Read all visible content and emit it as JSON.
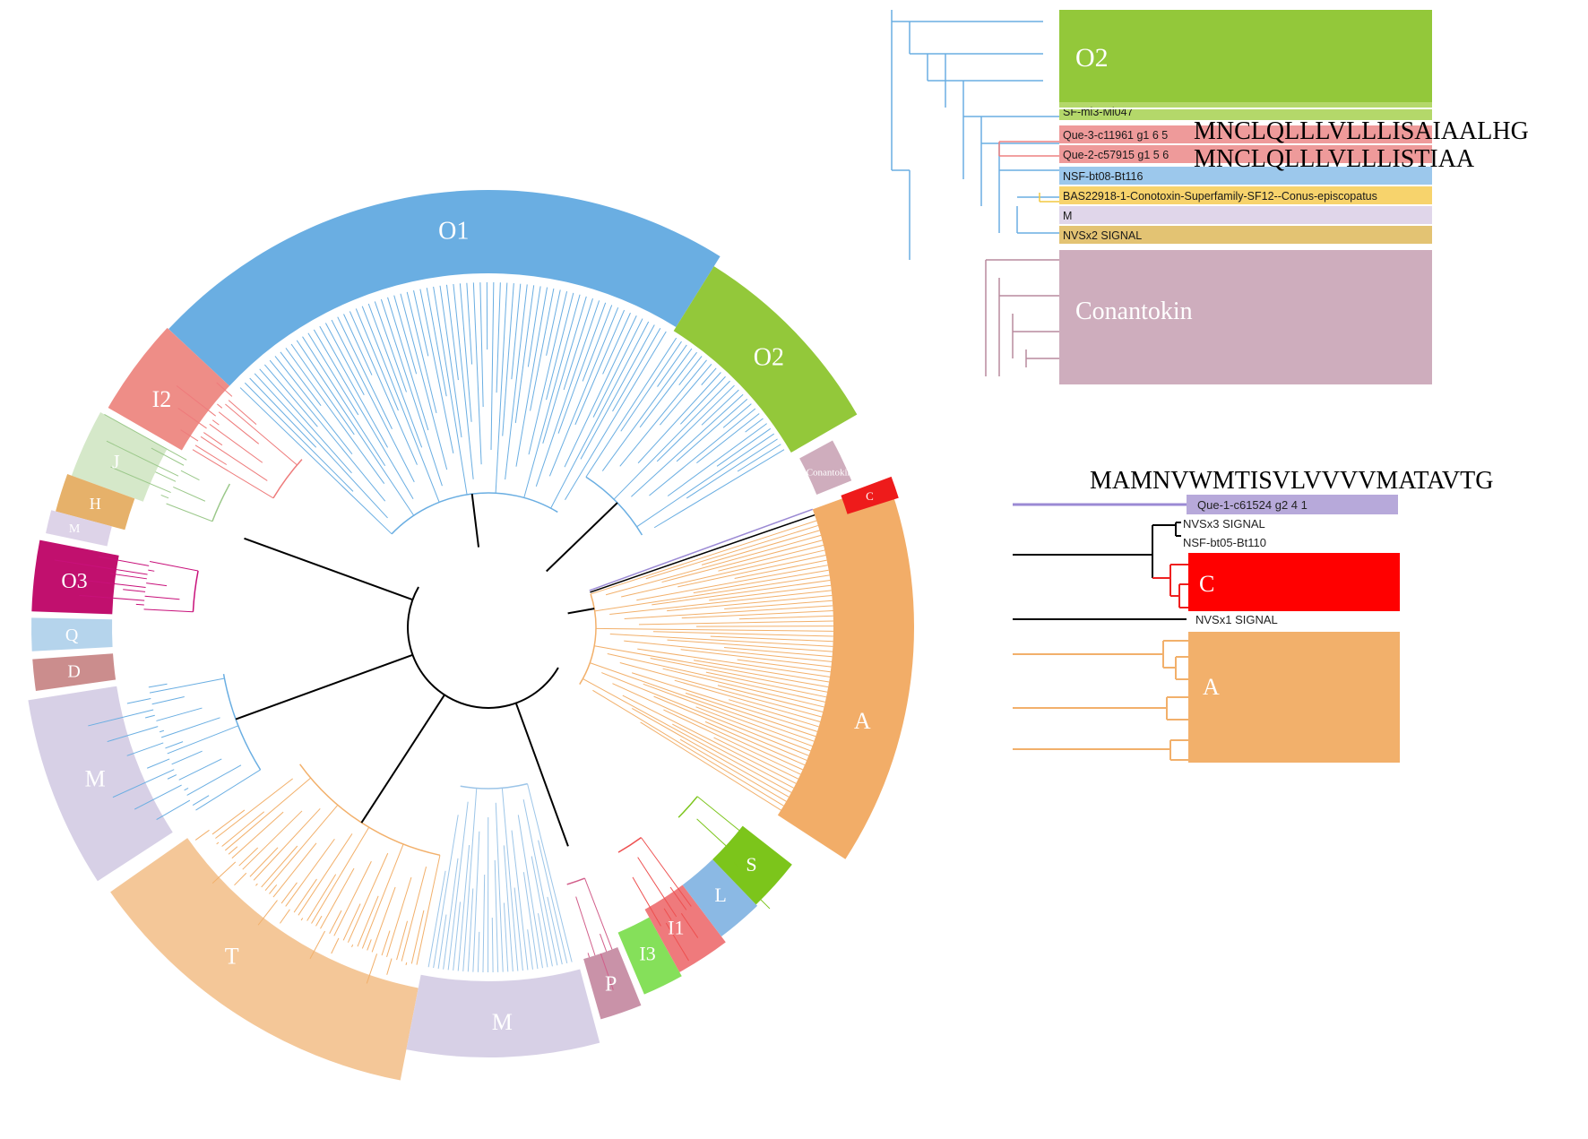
{
  "circular_tree": {
    "clades": [
      {
        "id": "o1",
        "label": "O1",
        "color": "#6aaee2",
        "text_color": "#ffffff"
      },
      {
        "id": "o2",
        "label": "O2",
        "color": "#93c83a",
        "text_color": "#ffffff"
      },
      {
        "id": "conantokin",
        "label": "Conantokin",
        "color": "#cfadbd",
        "text_color": "#ffffff"
      },
      {
        "id": "i2",
        "label": "I2",
        "color": "#ee8d87",
        "text_color": "#ffffff"
      },
      {
        "id": "j",
        "label": "J",
        "color": "#d5e8c9",
        "text_color": "#ffffff"
      },
      {
        "id": "h",
        "label": "H",
        "color": "#e6b16a",
        "text_color": "#ffffff"
      },
      {
        "id": "m_small",
        "label": "M",
        "color": "#ddd3e8",
        "text_color": "#ffffff"
      },
      {
        "id": "o3",
        "label": "O3",
        "color": "#c1106e",
        "text_color": "#ffffff"
      },
      {
        "id": "q",
        "label": "Q",
        "color": "#b5d4ec",
        "text_color": "#ffffff"
      },
      {
        "id": "d",
        "label": "D",
        "color": "#cb8d8d",
        "text_color": "#ffffff"
      },
      {
        "id": "m_left",
        "label": "M",
        "color": "#d7d0e6",
        "text_color": "#ffffff"
      },
      {
        "id": "t",
        "label": "T",
        "color": "#f4c798",
        "text_color": "#ffffff"
      },
      {
        "id": "m_bottom",
        "label": "M",
        "color": "#d7d0e6",
        "text_color": "#ffffff"
      },
      {
        "id": "p",
        "label": "P",
        "color": "#c992a8",
        "text_color": "#ffffff"
      },
      {
        "id": "i3",
        "label": "I3",
        "color": "#85e05a",
        "text_color": "#ffffff"
      },
      {
        "id": "i1",
        "label": "I1",
        "color": "#ef7a7c",
        "text_color": "#ffffff"
      },
      {
        "id": "l",
        "label": "L",
        "color": "#8bb9e4",
        "text_color": "#ffffff"
      },
      {
        "id": "s",
        "label": "S",
        "color": "#7cc51b",
        "text_color": "#ffffff"
      },
      {
        "id": "a",
        "label": "A",
        "color": "#f2ad68",
        "text_color": "#ffffff"
      },
      {
        "id": "c_small",
        "label": "C",
        "color": "#ee1b1b",
        "text_color": "#ffffff"
      }
    ]
  },
  "inset_top": {
    "title": "O2",
    "title_color": "#93c83a",
    "leaves": [
      {
        "label": "SF-mi3-Mi047",
        "color": "#b4d86a"
      },
      {
        "label": "Que-3-c11961 g1 6 5",
        "color": "#ee9a9a"
      },
      {
        "label": "Que-2-c57915 g1 5 6",
        "color": "#ee9a9a"
      },
      {
        "label": "NSF-bt08-Bt116",
        "color": "#9cc8ec"
      },
      {
        "label": "BAS22918-1-Conotoxin-Superfamily-SF12--Conus-episcopatus",
        "color": "#f7d36c"
      },
      {
        "label": "M",
        "color": "#e0d6ea"
      },
      {
        "label": "NVSx2 SIGNAL",
        "color": "#e3c373"
      }
    ],
    "sequences": [
      "MNCLQLLLVLLLISAIAALHG",
      "MNCLQLLLVLLLISTIAA"
    ],
    "conantokin_label": "Conantokin",
    "conantokin_color": "#ceadbd"
  },
  "inset_bottom": {
    "sequence": "MAMNVWMTISVLVVVVMATAVTG",
    "leaves": [
      {
        "label": "Que-1-c61524 g2 4 1",
        "color": "#b7a9da"
      },
      {
        "label": "NVSx3 SIGNAL",
        "color": ""
      },
      {
        "label": "NSF-bt05-Bt110",
        "color": ""
      },
      {
        "label": "NVSx1 SIGNAL",
        "color": ""
      }
    ],
    "c_label": "C",
    "c_color": "#ff0000",
    "a_label": "A",
    "a_color": "#f2b06b"
  }
}
